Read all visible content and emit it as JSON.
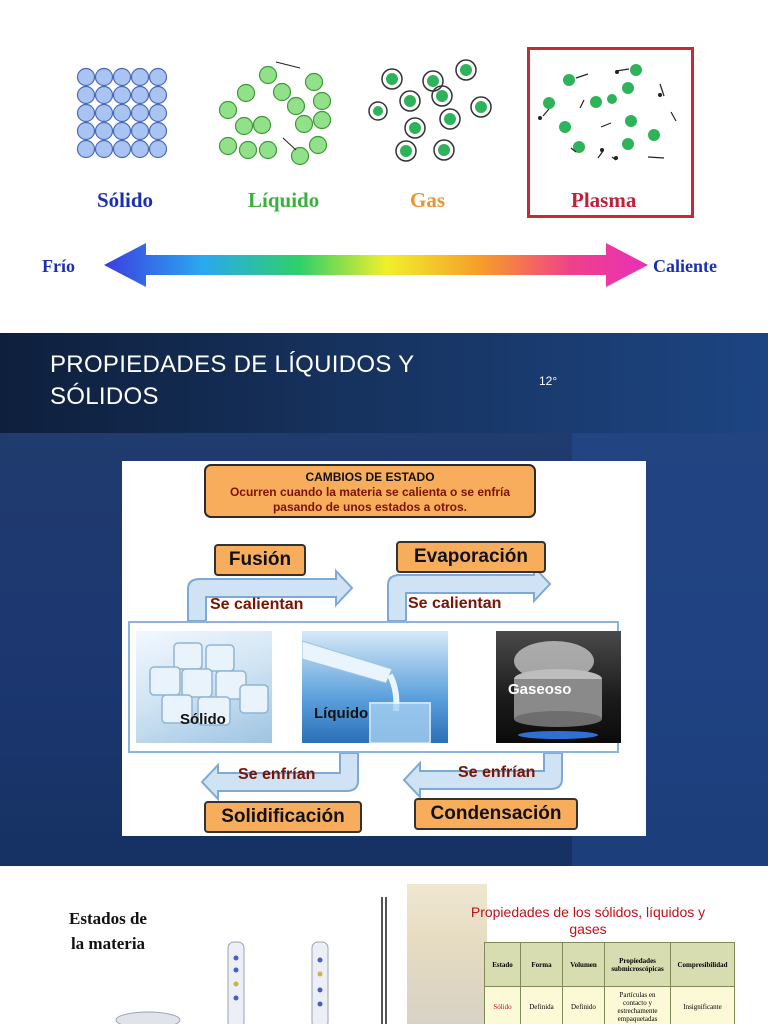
{
  "slide1": {
    "states": [
      "Sólido",
      "Líquido",
      "Gas",
      "Plasma"
    ],
    "cold_label": "Frío",
    "hot_label": "Caliente",
    "colors": {
      "solid": "#1a2fb5",
      "liquid": "#38b23a",
      "gas": "#e8962e",
      "plasma": "#c0203a"
    }
  },
  "slide2": {
    "title": "PROPIEDADES DE LÍQUIDOS Y SÓLIDOS",
    "number": "12°"
  },
  "slide3": {
    "header_title": "CAMBIOS DE ESTADO",
    "header_desc": "Ocurren cuando la materia se calienta o se enfría pasando de unos estados a otros.",
    "processes": {
      "fusion": "Fusión",
      "evaporation": "Evaporación",
      "solidification": "Solidificación",
      "condensation": "Condensación"
    },
    "heat_label": "Se calientan",
    "cool_label": "Se enfrían",
    "images": {
      "solid": "Sólido",
      "liquid": "Líquido",
      "gas": "Gaseoso"
    }
  },
  "slide4": {
    "left_title": "Estados de la materia",
    "right_title": "Propiedades de los sólidos, líquidos y gases",
    "table": {
      "headers": [
        "Estado",
        "Forma",
        "Volumen",
        "Propiedades submicroscópicas",
        "Compresibilidad"
      ],
      "row": [
        "Sólido",
        "Definida",
        "Definido",
        "Partículas en contacto y estrechamente empaquetadas",
        "Insignificante"
      ]
    }
  }
}
